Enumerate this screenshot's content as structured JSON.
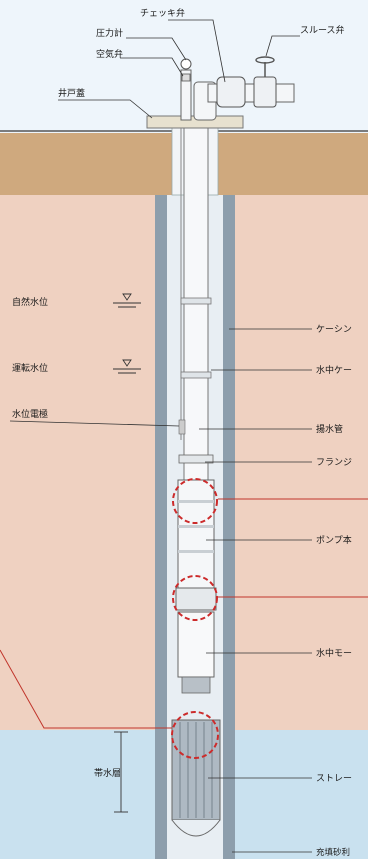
{
  "labels": {
    "check_valve": "チェッキ弁",
    "pressure_gauge": "圧力計",
    "air_valve": "空気弁",
    "sluice_valve": "スルース弁",
    "well_cover": "井戸蓋",
    "static_water_level": "自然水位",
    "operating_water_level": "運転水位",
    "water_level_electrode": "水位電極",
    "casing": "ケーシン",
    "submersible_cable": "水中ケー",
    "lift_pipe": "揚水管",
    "flange": "フランジ",
    "pump_body": "ポンプ本",
    "submersible_motor": "水中モー",
    "aquifer": "帯水層",
    "strainer": "ストレー",
    "filling_gravel": "充填砂利"
  },
  "colors": {
    "background_air": "#eef5fb",
    "soil_top": "#cfa97e",
    "soil_ground": "#efd1c1",
    "aquifer_water": "#c9e1ef",
    "casing_wall": "#8d9eac",
    "pipe": "#f4f6f8",
    "highlight_circle": "#cc2b2b"
  }
}
